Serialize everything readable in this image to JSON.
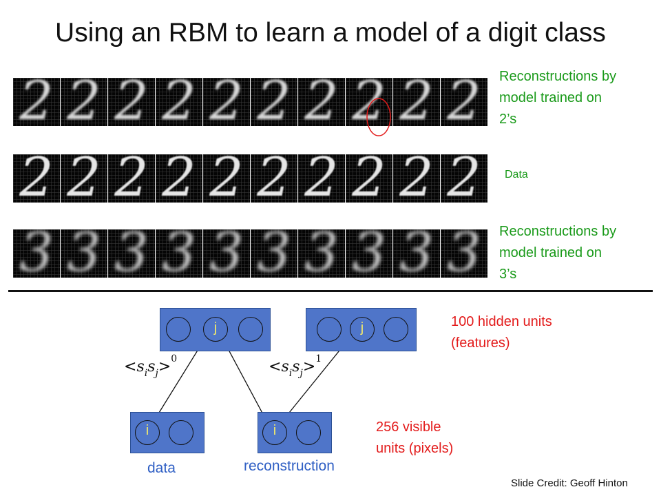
{
  "title": "Using an RBM to learn a model of a digit class",
  "rows": {
    "recon2": {
      "glyph": "2",
      "count": 10
    },
    "data": {
      "glyph": "2",
      "count": 10
    },
    "recon3": {
      "glyph": "3",
      "count": 10
    }
  },
  "labels": {
    "recon2": [
      "Reconstructions by",
      "model trained on",
      "2’s"
    ],
    "data": "Data",
    "recon3": [
      "Reconstructions by",
      "model trained on",
      "3’s"
    ]
  },
  "diagram": {
    "hidden_unit_label": "j",
    "visible_unit_label": "i",
    "corr0": {
      "lt": "<",
      "s1": "s",
      "i": "i",
      "s2": "s",
      "j": "j",
      "gt": ">",
      "sup": "0"
    },
    "corr1": {
      "lt": "<",
      "s1": "s",
      "i": "i",
      "s2": "s",
      "j": "j",
      "gt": ">",
      "sup": "1"
    },
    "hidden_text": [
      "100 hidden units",
      "(features)"
    ],
    "visible_text": [
      "256 visible",
      "units (pixels)"
    ],
    "data_label": "data",
    "reconstruction_label": "reconstruction"
  },
  "credit": "Slide Credit: Geoff Hinton",
  "colors": {
    "green": "#1a9a1a",
    "red": "#e31b1b",
    "unit_box": "#4f75c9",
    "unit_text": "#f2e96b",
    "bottom_label": "#2f5fc4"
  }
}
